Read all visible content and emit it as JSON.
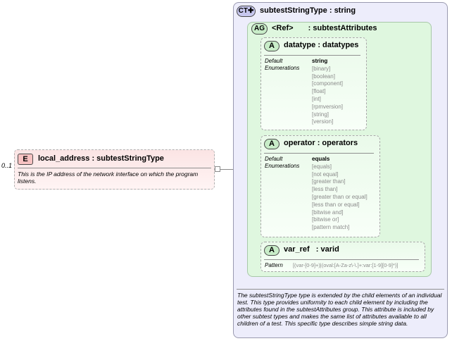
{
  "element": {
    "occurrence": "0..1",
    "badge": "E",
    "name": "local_address",
    "type": "subtestStringType",
    "description": "This is the IP address of the network interface on which the program listens."
  },
  "complex_type": {
    "badge": "CT",
    "name": "subtestStringType",
    "base": "string",
    "description": "The subtestStringType type is extended by the child elements of an individual test.  This type provides uniformity to each child element by including the attributes found in the subtestAttributes group.  This attribute is included by other subtest types and makes the same list of attributes available to all children of a test.  This specific type describes simple string data."
  },
  "attribute_group": {
    "badge": "AG",
    "name": "<Ref>",
    "ref": "subtestAttributes"
  },
  "attributes": [
    {
      "badge": "A",
      "name": "datatype",
      "type": "datatypes",
      "default_label": "Default",
      "enum_label": "Enumerations",
      "default": "string",
      "enumerations": [
        "[binary]",
        "[boolean]",
        "[component]",
        "[float]",
        "[int]",
        "[rpmversion]",
        "[string]",
        "[version]"
      ]
    },
    {
      "badge": "A",
      "name": "operator",
      "type": "operators",
      "default_label": "Default",
      "enum_label": "Enumerations",
      "default": "equals",
      "enumerations": [
        "[equals]",
        "[not equal]",
        "[greater than]",
        "[less than]",
        "[greater than or equal]",
        "[less than or equal]",
        "[bitwise and]",
        "[bitwise or]",
        "[pattern match]"
      ]
    },
    {
      "badge": "A",
      "name": "var_ref",
      "type": "varid",
      "pattern_label": "Pattern",
      "pattern": "[(var-[0-9]+)|(oval:[A-Za-z\\-\\.]+:var:[1-9][0-9]*)]"
    }
  ],
  "colon": ":"
}
